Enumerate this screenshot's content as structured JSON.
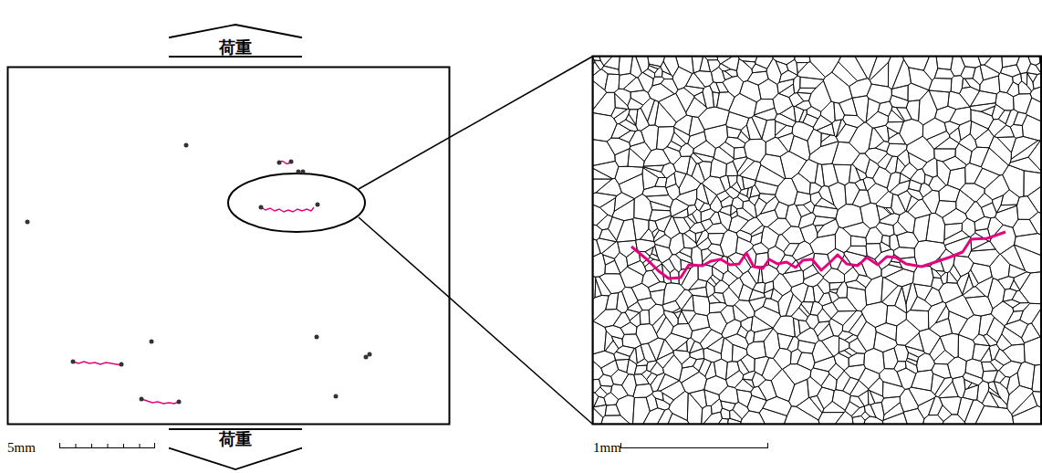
{
  "diagram": {
    "nodes": [
      {
        "text": [
          "荷重"
        ]
      },
      {
        "text": [
          "荷重"
        ]
      }
    ],
    "labels": [
      "5mm",
      "1mm"
    ]
  }
}
